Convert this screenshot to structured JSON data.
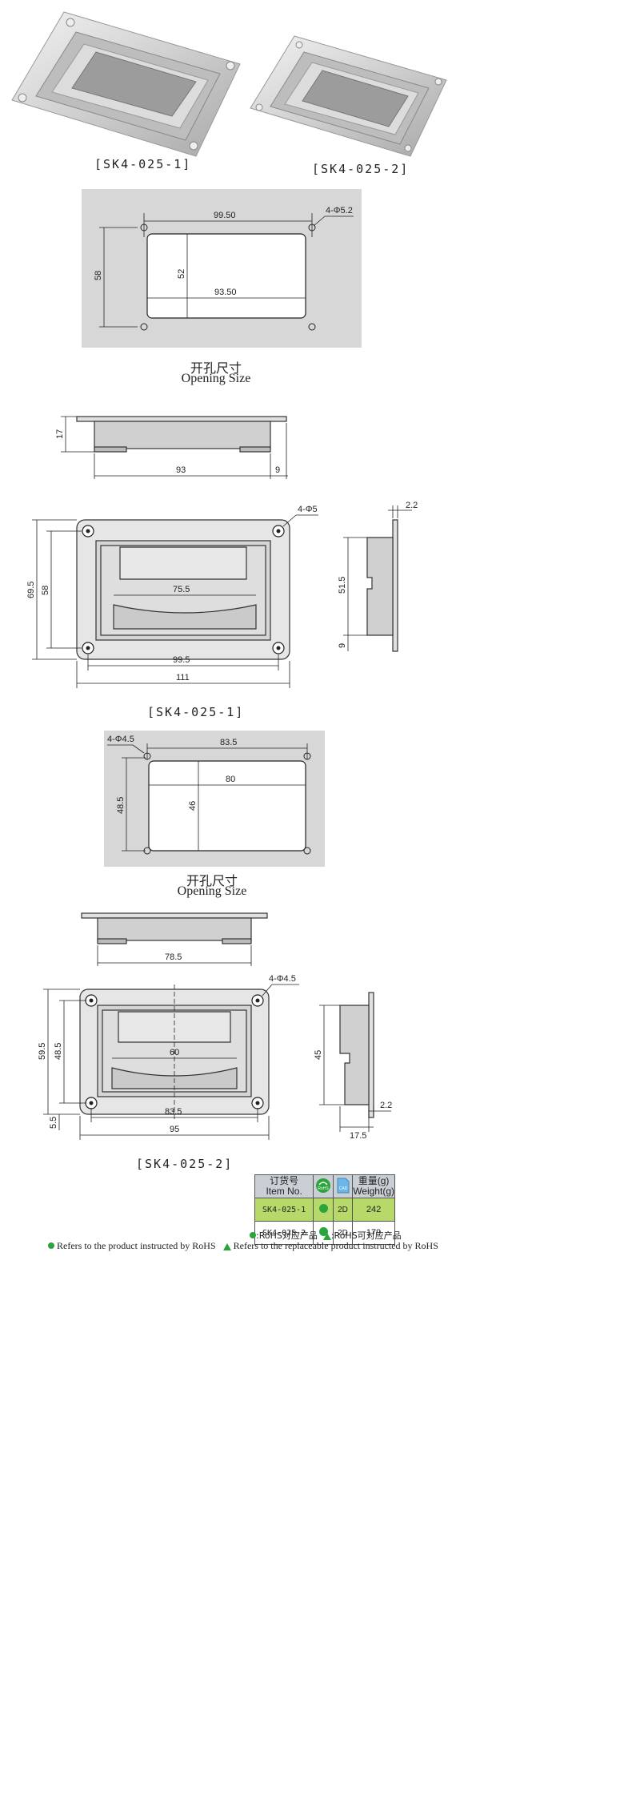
{
  "photos": [
    {
      "caption": "[SK4-025-1]"
    },
    {
      "caption": "[SK4-025-2]"
    }
  ],
  "opening1": {
    "title_cn": "开孔尺寸",
    "title_en": "Opening Size",
    "dims": {
      "top": "99.50",
      "holes": "4-Φ5.2",
      "left": "58",
      "inner_v": "52",
      "inner_h": "93.50"
    }
  },
  "side1": {
    "height": "17",
    "width": "93",
    "flange": "9"
  },
  "front1": {
    "holes": "4-Φ5",
    "outer_h": "69.5",
    "hole_h": "58",
    "handle_w": "75.5",
    "hole_w": "99.5",
    "outer_w": "111",
    "caption": "[SK4-025-1]"
  },
  "profile1": {
    "thick": "2.2",
    "depth": "51.5",
    "offset": "9"
  },
  "opening2": {
    "title_cn": "开孔尺寸",
    "title_en": "Opening Size",
    "dims": {
      "holes": "4-Φ4.5",
      "top": "83.5",
      "left": "48.5",
      "inner_v": "46",
      "inner_h": "80"
    }
  },
  "side2": {
    "width": "78.5"
  },
  "front2": {
    "holes": "4-Φ4.5",
    "outer_h": "59.5",
    "hole_h": "48.5",
    "handle_w": "60",
    "offset": "5.5",
    "hole_w": "83.5",
    "outer_w": "95",
    "caption": "[SK4-025-2]"
  },
  "profile2": {
    "depth": "45",
    "thick": "2.2",
    "width": "17.5"
  },
  "table": {
    "header_item_cn": "订货号",
    "header_item_en": "Item No.",
    "header_rohs": "RoHS",
    "header_cad": "CAD",
    "header_weight_cn": "重量(g)",
    "header_weight_en": "Weight(g)",
    "rows": [
      {
        "item": "SK4-025-1",
        "cad": "2D",
        "weight": "242"
      },
      {
        "item": "SK4-025-2",
        "cad": "2D",
        "weight": "179"
      }
    ]
  },
  "legend": {
    "rohs_cn": ":RoHS对应产品",
    "rohs_replace_cn": ":RoHS可对应产品",
    "rohs_en": "Refers to the product instructed by RoHS",
    "rohs_replace_en": "Refers to the replaceable product instructed by RoHS"
  },
  "colors": {
    "panel": "#d7d7d7",
    "rohs_green": "#2aa43b",
    "row_highlight": "#b6d96a",
    "table_header": "#c9cfd4"
  }
}
